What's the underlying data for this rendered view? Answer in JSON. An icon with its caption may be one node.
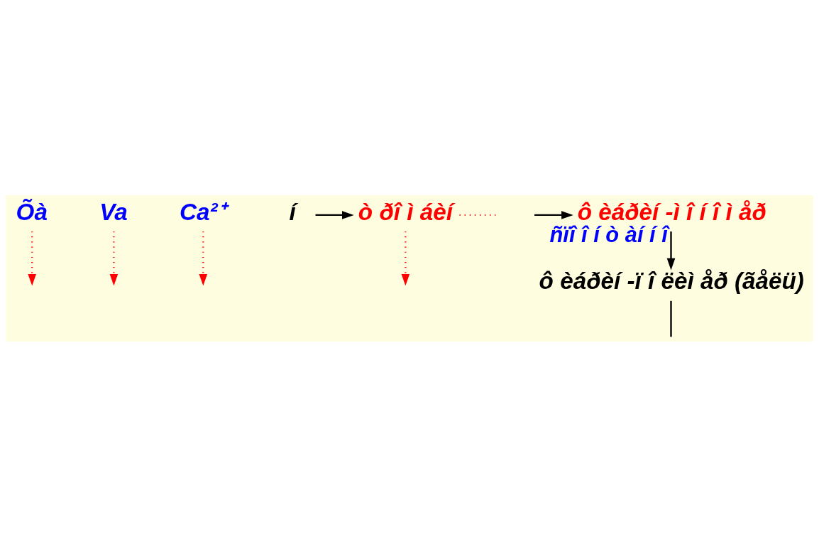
{
  "diagram": {
    "nodes": [
      {
        "text": [
          "Õà"
        ]
      },
      {
        "text": [
          "Va"
        ]
      },
      {
        "text": [
          "Ca²⁺"
        ]
      },
      {
        "text": [
          "í"
        ]
      },
      {
        "text": [
          "ò ðî ì áèí"
        ]
      },
      {
        "text": [
          "ô èáðèí -ì î í î ì åð"
        ]
      },
      {
        "text": [
          "ô èáðèí -ï î ëèì åð (ãåëü)"
        ]
      }
    ],
    "edges": [
      {
        "from": 3,
        "to": 4,
        "arrow": "to",
        "color": "#000000"
      },
      {
        "from": 0,
        "to": null,
        "arrow": "to",
        "style": "dashed"
      },
      {
        "from": 1,
        "to": null,
        "arrow": "to",
        "style": "dashed"
      },
      {
        "from": 2,
        "to": null,
        "arrow": "to",
        "style": "dashed"
      },
      {
        "from": null,
        "to": 5,
        "arrow": "to",
        "color": "#000000"
      },
      {
        "from": 4,
        "to": null,
        "arrow": "to",
        "style": "dashed"
      },
      {
        "from": 5,
        "to": 6,
        "arrow": "to",
        "label": "ñïî î í ò àí í î",
        "color": "#000000"
      },
      {
        "from": 4,
        "to": null,
        "arrow": "none",
        "style": "dashed"
      },
      {
        "from": 6,
        "to": null,
        "arrow": "none",
        "color": "#000000"
      }
    ]
  }
}
